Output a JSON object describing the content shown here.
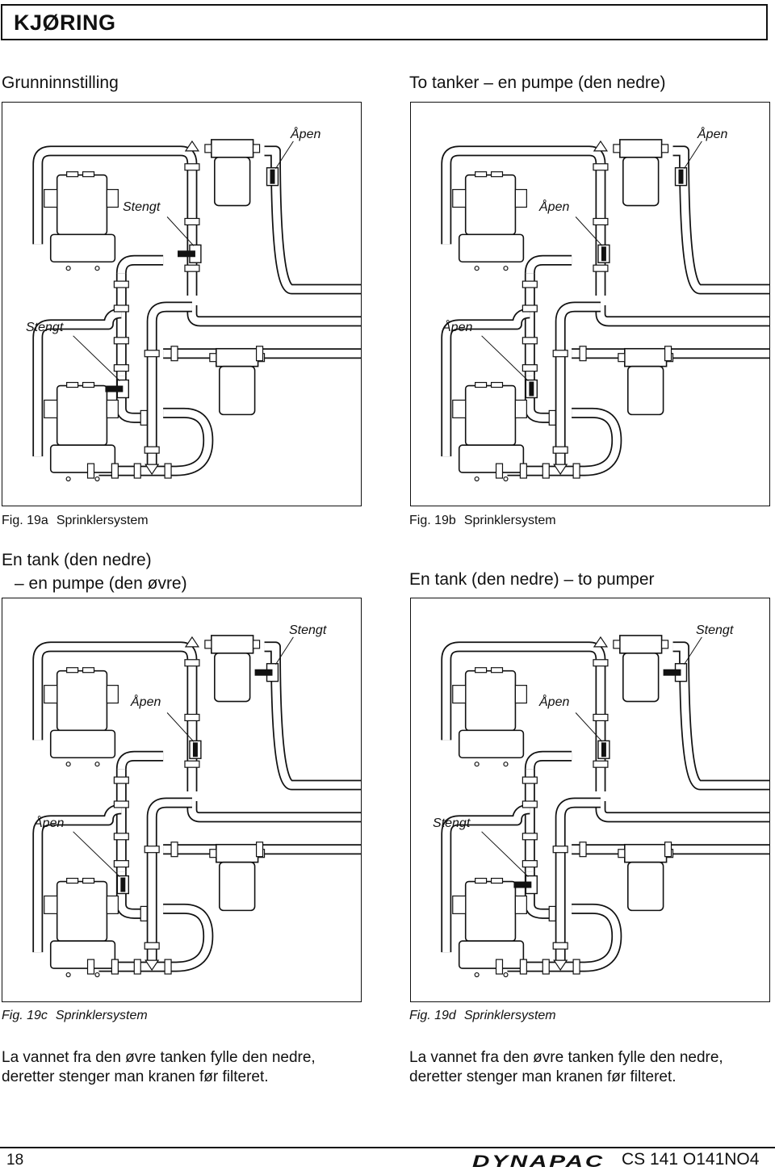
{
  "header": {
    "title": "KJØRING"
  },
  "sections": {
    "left_top": "Grunninnstilling",
    "right_top": "To tanker – en pumpe (den nedre)",
    "left_mid_line1": "En tank (den nedre)",
    "left_mid_line2": "– en pumpe (den øvre)",
    "right_mid": "En tank (den nedre) – to pumper"
  },
  "figures": [
    {
      "id": "19a",
      "fig_label": "Fig. 19a",
      "title": "Sprinklersystem",
      "caption_italic": false,
      "top_valve_label": "Åpen",
      "mid_valve_label": "Stengt",
      "low_valve_label": "Stengt",
      "top_valve_state": "open",
      "mid_valve_state": "closed",
      "low_valve_state": "closed"
    },
    {
      "id": "19b",
      "fig_label": "Fig. 19b",
      "title": "Sprinklersystem",
      "caption_italic": false,
      "top_valve_label": "Åpen",
      "mid_valve_label": "Åpen",
      "low_valve_label": "Åpen",
      "top_valve_state": "open",
      "mid_valve_state": "open",
      "low_valve_state": "open"
    },
    {
      "id": "19c",
      "fig_label": "Fig. 19c",
      "title": "Sprinklersystem",
      "caption_italic": true,
      "top_valve_label": "Stengt",
      "mid_valve_label": "Åpen",
      "low_valve_label": "Åpen",
      "top_valve_state": "closed",
      "mid_valve_state": "open",
      "low_valve_state": "open"
    },
    {
      "id": "19d",
      "fig_label": "Fig. 19d",
      "title": "Sprinklersystem",
      "caption_italic": true,
      "top_valve_label": "Stengt",
      "mid_valve_label": "Åpen",
      "low_valve_label": "Stengt",
      "top_valve_state": "closed",
      "mid_valve_state": "open",
      "low_valve_state": "closed"
    }
  ],
  "body": {
    "left_line1": "La vannet fra den øvre tanken fylle den nedre,",
    "left_line2": "deretter stenger man kranen før filteret.",
    "right_line1": "La vannet fra den øvre tanken fylle den nedre,",
    "right_line2": "deretter stenger man kranen før filteret."
  },
  "footer": {
    "page_number": "18",
    "brand": "DYNAPAC",
    "doc_ref": "CS 141  O141NO4"
  }
}
